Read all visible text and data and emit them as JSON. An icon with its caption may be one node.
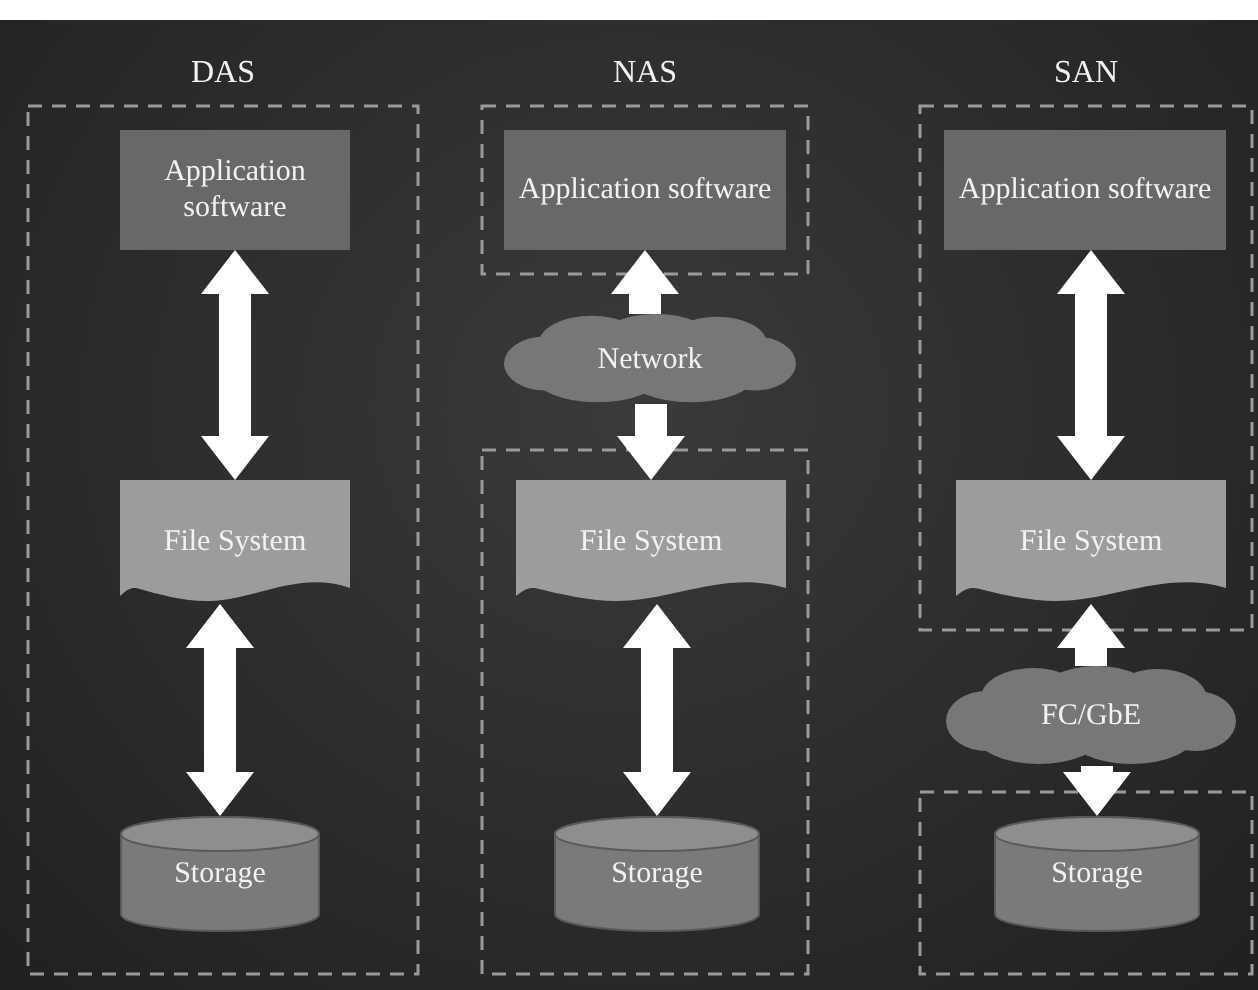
{
  "diagram": {
    "nodes": [
      {
        "text": [
          "DAS"
        ]
      },
      {
        "text": [
          "Application software"
        ],
        "in": 0
      },
      {
        "text": [
          "File System"
        ],
        "in": 0
      },
      {
        "text": [
          "Storage"
        ],
        "in": 0
      },
      {
        "text": [
          "NAS"
        ]
      },
      {
        "text": [
          "Application software"
        ],
        "in": 4
      },
      {
        "text": [
          "Network"
        ]
      },
      {
        "text": [],
        "shape": "box"
      },
      {
        "text": [
          "File System"
        ],
        "in": 7
      },
      {
        "text": [
          "Storage"
        ],
        "in": 7
      },
      {
        "text": [
          "SAN"
        ]
      },
      {
        "text": [
          "Application software"
        ],
        "in": 10
      },
      {
        "text": [
          "File System"
        ],
        "in": 10
      },
      {
        "text": [
          "FC/GbE"
        ]
      },
      {
        "text": [],
        "shape": "box"
      },
      {
        "text": [
          "Storage"
        ],
        "in": 14
      }
    ],
    "edges": [
      {
        "from": 1,
        "to": 2,
        "arrow": "both"
      },
      {
        "from": 2,
        "to": 3,
        "arrow": "both"
      },
      {
        "from": 6,
        "to": 5,
        "arrow": "to"
      },
      {
        "from": 6,
        "to": 8,
        "arrow": "to"
      },
      {
        "from": 8,
        "to": 9,
        "arrow": "both"
      },
      {
        "from": 11,
        "to": 12,
        "arrow": "both"
      },
      {
        "from": 13,
        "to": 12,
        "arrow": "to"
      },
      {
        "from": 13,
        "to": 15,
        "arrow": "to"
      }
    ]
  }
}
